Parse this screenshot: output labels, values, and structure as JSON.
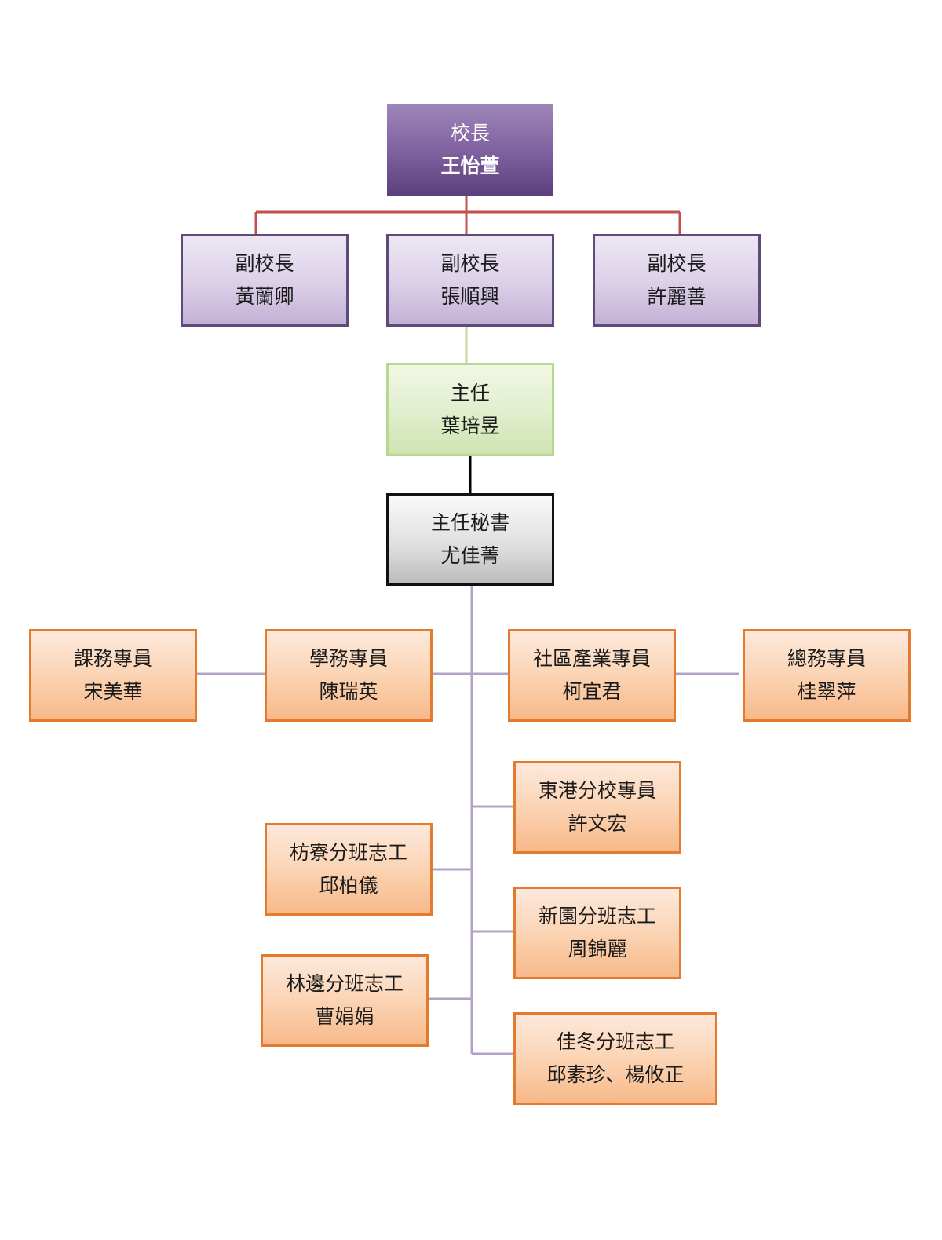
{
  "chart": {
    "principal": {
      "role": "校長",
      "name": "王怡萱"
    },
    "vice_principals": [
      {
        "role": "副校長",
        "name": "黃蘭卿"
      },
      {
        "role": "副校長",
        "name": "張順興"
      },
      {
        "role": "副校長",
        "name": "許麗善"
      }
    ],
    "director": {
      "role": "主任",
      "name": "葉培昱"
    },
    "chief_secretary": {
      "role": "主任秘書",
      "name": "尤佳菁"
    },
    "staff": [
      {
        "role": "課務專員",
        "name": "宋美華"
      },
      {
        "role": "學務專員",
        "name": "陳瑞英"
      },
      {
        "role": "社區產業專員",
        "name": "柯宜君"
      },
      {
        "role": "總務專員",
        "name": "桂翠萍"
      },
      {
        "role": "東港分校專員",
        "name": "許文宏"
      },
      {
        "role": "枋寮分班志工",
        "name": "邱柏儀"
      },
      {
        "role": "新園分班志工",
        "name": "周錦麗"
      },
      {
        "role": "林邊分班志工",
        "name": "曹娟娟"
      },
      {
        "role": "佳冬分班志工",
        "name": "邱素珍、楊攸正"
      }
    ]
  },
  "colors": {
    "principal_connector": "#c0504d",
    "director_connector": "#c3d69b",
    "secretary_connector": "#000000",
    "staff_connector": "#b3a2c7"
  }
}
